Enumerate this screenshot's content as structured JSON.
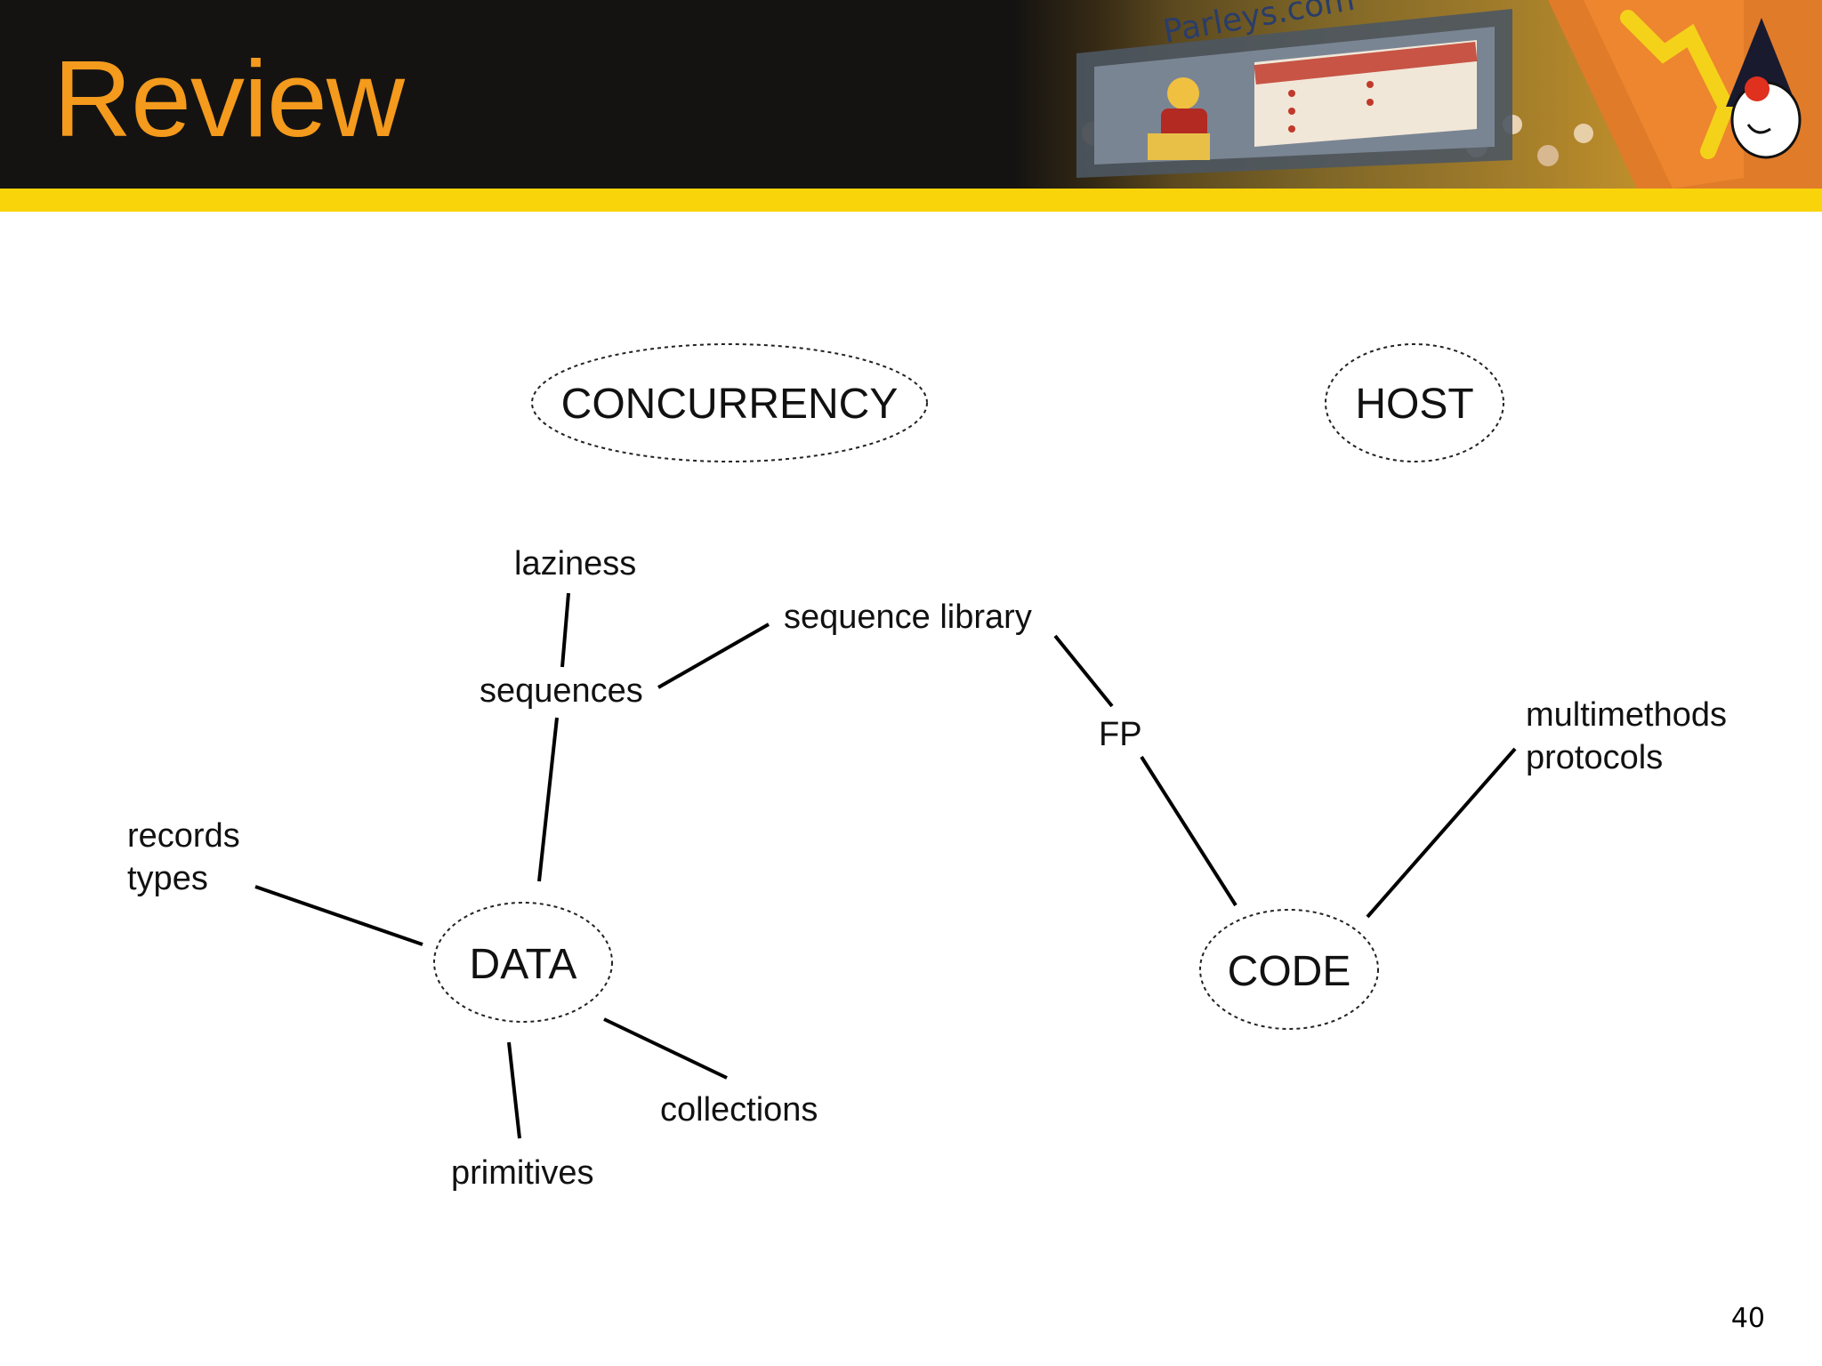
{
  "slide": {
    "title": "Review",
    "page_number": "40"
  },
  "header": {
    "banner_logo_text": "Parleys.com"
  },
  "diagram": {
    "nodes": {
      "concurrency": "CONCURRENCY",
      "host": "HOST",
      "data": "DATA",
      "code": "CODE"
    },
    "labels": {
      "laziness": "laziness",
      "sequences": "sequences",
      "sequence_library": "sequence library",
      "fp": "FP",
      "multimethods": "multimethods",
      "protocols": "protocols",
      "records": "records",
      "types": "types",
      "collections": "collections",
      "primitives": "primitives"
    }
  },
  "colors": {
    "title": "#f49a1c",
    "header_background": "#151312",
    "header_rule": "#f9d40a",
    "line": "#000000"
  }
}
